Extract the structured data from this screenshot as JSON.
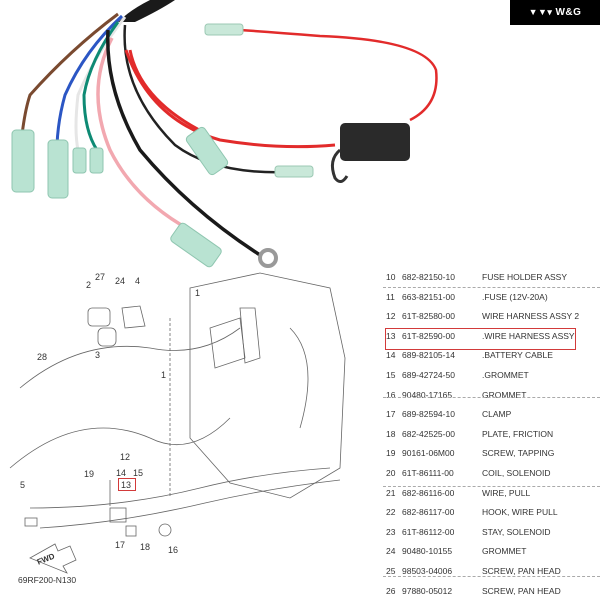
{
  "brand": {
    "logo_icon": "www-logo-icon",
    "label": "W&G"
  },
  "photo": {
    "caption": "Outboard wire harness with fuse holder"
  },
  "diagram": {
    "labels": [
      "27",
      "2",
      "24",
      "4",
      "1",
      "28",
      "3",
      "1",
      "12",
      "14",
      "15",
      "13",
      "19",
      "5",
      "17",
      "18",
      "16"
    ],
    "fwd_label": "FWD",
    "drawing_code": "69RF200-N130",
    "highlighted_callout": "13",
    "highlight_color": "#d23a3a"
  },
  "parts_table": {
    "rows": [
      {
        "num": "10",
        "part": "682-82150-10",
        "desc": "FUSE HOLDER ASSY"
      },
      {
        "num": "11",
        "part": "663-82151-00",
        "desc": ".FUSE (12V-20A)"
      },
      {
        "num": "12",
        "part": "61T-82580-00",
        "desc": "WIRE HARNESS ASSY 2"
      },
      {
        "num": "13",
        "part": "61T-82590-00",
        "desc": ".WIRE HARNESS ASSY"
      },
      {
        "num": "14",
        "part": "689-82105-14",
        "desc": ".BATTERY CABLE"
      },
      {
        "num": "15",
        "part": "689-42724-50",
        "desc": ".GROMMET"
      },
      {
        "num": "16",
        "part": "90480-17165",
        "desc": "GROMMET"
      },
      {
        "num": "17",
        "part": "689-82594-10",
        "desc": "CLAMP"
      },
      {
        "num": "18",
        "part": "682-42525-00",
        "desc": "PLATE, FRICTION"
      },
      {
        "num": "19",
        "part": "90161-06M00",
        "desc": "SCREW, TAPPING"
      },
      {
        "num": "20",
        "part": "61T-86111-00",
        "desc": "COIL, SOLENOID"
      },
      {
        "num": "21",
        "part": "682-86116-00",
        "desc": "WIRE, PULL"
      },
      {
        "num": "22",
        "part": "682-86117-00",
        "desc": "HOOK, WIRE PULL"
      },
      {
        "num": "23",
        "part": "61T-86112-00",
        "desc": "STAY, SOLENOID"
      },
      {
        "num": "24",
        "part": "90480-10155",
        "desc": "GROMMET"
      },
      {
        "num": "25",
        "part": "98503-04006",
        "desc": "SCREW, PAN HEAD"
      },
      {
        "num": "26",
        "part": "97880-05012",
        "desc": "SCREW, PAN HEAD"
      }
    ],
    "highlighted_row": "13"
  }
}
